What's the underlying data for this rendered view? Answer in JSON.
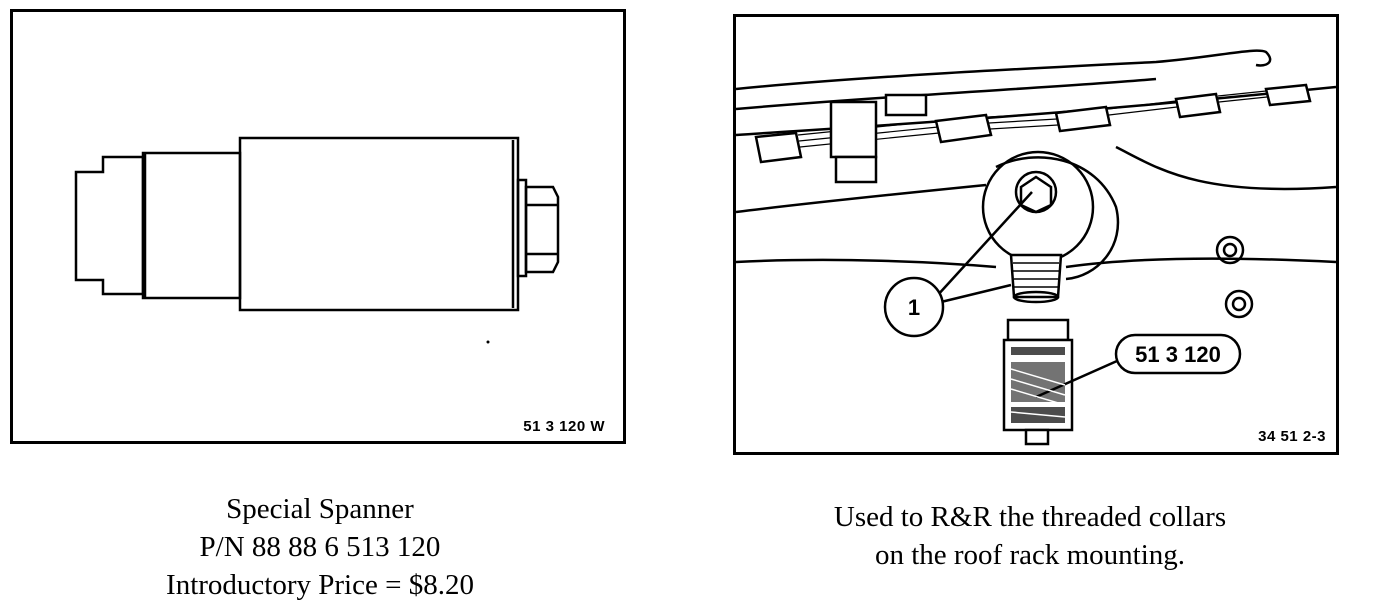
{
  "left_figure": {
    "label": "51 3 120 W"
  },
  "right_figure": {
    "callout_1": "1",
    "callout_tool": "51 3 120",
    "label": "34 51 2-3"
  },
  "captions": {
    "left": [
      "Special Spanner",
      "P/N 88 88 6 513 120",
      "Introductory Price = $8.20"
    ],
    "right": [
      "Used to R&R the threaded collars",
      "on the roof rack mounting."
    ]
  }
}
